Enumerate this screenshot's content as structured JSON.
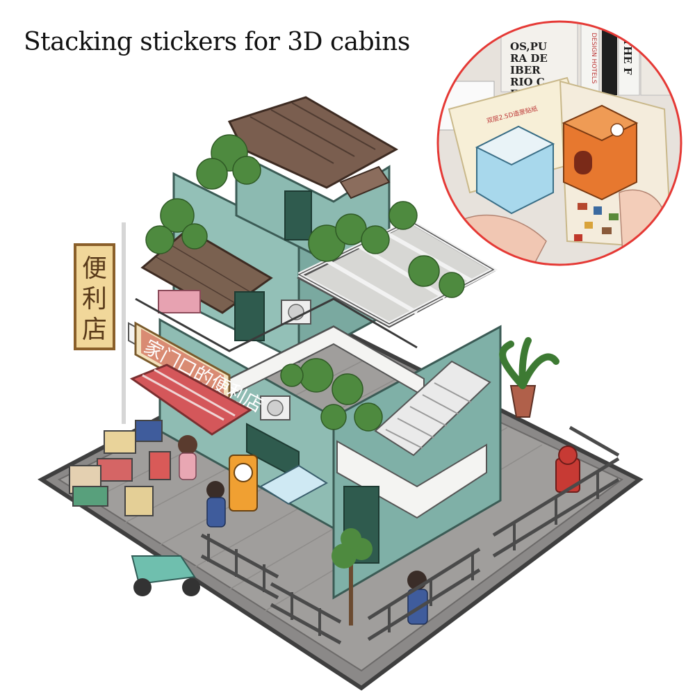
{
  "headline": "Stacking stickers for 3D cabins",
  "sign": {
    "chars": [
      "便",
      "利",
      "店"
    ]
  },
  "banner": {
    "text": "家门口的便利店"
  },
  "inset": {
    "book_lines": [
      "OS,PU",
      "RA DE",
      "IBER",
      "RIO C",
      "ENO I"
    ],
    "book_spine_1": "DESIGN HOTELS",
    "book_spine_2": "THE F",
    "sheet_label": "双层2.5D造景贴纸"
  },
  "colors": {
    "wall": "#8fbcb3",
    "wall_dark": "#6d9e96",
    "roof": "#7a5e4f",
    "foliage": "#4e8a3f",
    "awning": "#d4575a",
    "ground": "#7c7a79",
    "fence": "#4a4a4a",
    "inset_border": "#e53935"
  }
}
